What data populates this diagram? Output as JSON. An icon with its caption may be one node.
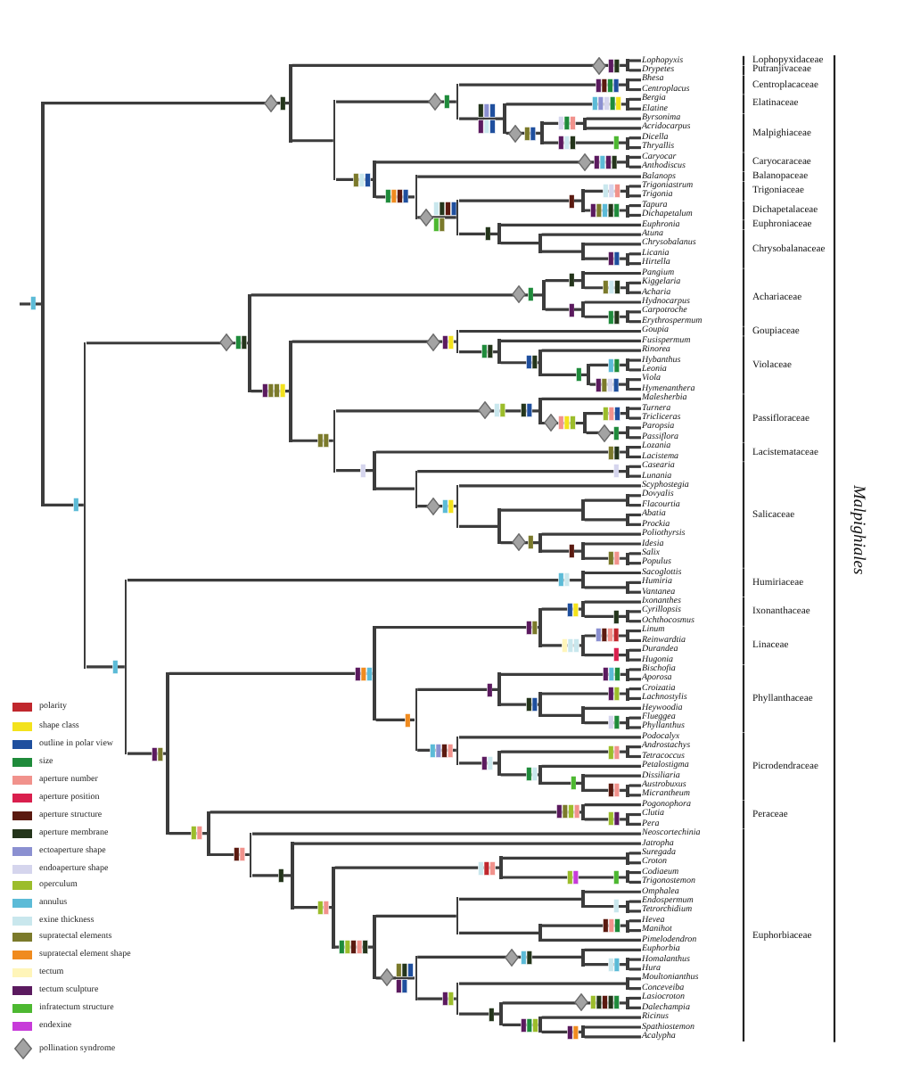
{
  "diagram": {
    "nodes": [
      {
        "text": [
          "Lophopyxis"
        ]
      },
      {
        "text": [
          "Drypetes"
        ]
      },
      {
        "text": [
          "Bhesa"
        ]
      },
      {
        "text": [
          "Centroplacus"
        ]
      },
      {
        "text": [
          "Bergia"
        ]
      },
      {
        "text": [
          "Elatine"
        ]
      },
      {
        "text": [
          "Byrsonima"
        ]
      },
      {
        "text": [
          "Acridocarpus"
        ]
      },
      {
        "text": [
          "Dicella"
        ]
      },
      {
        "text": [
          "Thryallis"
        ]
      },
      {
        "text": [
          "Caryocar"
        ]
      },
      {
        "text": [
          "Anthodiscus"
        ]
      },
      {
        "text": [
          "Balanops"
        ]
      },
      {
        "text": [
          "Trigoniastrum"
        ]
      },
      {
        "text": [
          "Trigonia"
        ]
      },
      {
        "text": [
          "Tapura"
        ]
      },
      {
        "text": [
          "Dichapetalum"
        ]
      },
      {
        "text": [
          "Euphronia"
        ]
      },
      {
        "text": [
          "Atuna"
        ]
      },
      {
        "text": [
          "Chrysobalanus"
        ]
      },
      {
        "text": [
          "Licania"
        ]
      },
      {
        "text": [
          "Hirtella"
        ]
      },
      {
        "text": [
          "Pangium"
        ]
      },
      {
        "text": [
          "Kiggelaria"
        ]
      },
      {
        "text": [
          "Acharia"
        ]
      },
      {
        "text": [
          "Hydnocarpus"
        ]
      },
      {
        "text": [
          "Carpotroche"
        ]
      },
      {
        "text": [
          "Erythrospermum"
        ]
      },
      {
        "text": [
          "Goupia"
        ]
      },
      {
        "text": [
          "Fusispermum"
        ]
      },
      {
        "text": [
          "Rinorea"
        ]
      },
      {
        "text": [
          "Hybanthus"
        ]
      },
      {
        "text": [
          "Leonia"
        ]
      },
      {
        "text": [
          "Viola"
        ]
      },
      {
        "text": [
          "Hymenanthera"
        ]
      },
      {
        "text": [
          "Malesherbia"
        ]
      },
      {
        "text": [
          "Turnera"
        ]
      },
      {
        "text": [
          "Tricliceras"
        ]
      },
      {
        "text": [
          "Paropsia"
        ]
      },
      {
        "text": [
          "Passiflora"
        ]
      },
      {
        "text": [
          "Lozania"
        ]
      },
      {
        "text": [
          "Lacistema"
        ]
      },
      {
        "text": [
          "Casearia"
        ]
      },
      {
        "text": [
          "Lunania"
        ]
      },
      {
        "text": [
          "Scyphostegia"
        ]
      },
      {
        "text": [
          "Dovyalis"
        ]
      },
      {
        "text": [
          "Flacourtia"
        ]
      },
      {
        "text": [
          "Abatia"
        ]
      },
      {
        "text": [
          "Prockia"
        ]
      },
      {
        "text": [
          "Poliothyrsis"
        ]
      },
      {
        "text": [
          "Idesia"
        ]
      },
      {
        "text": [
          "Salix"
        ]
      },
      {
        "text": [
          "Populus"
        ]
      },
      {
        "text": [
          "Sacoglottis"
        ]
      },
      {
        "text": [
          "Humiria"
        ]
      },
      {
        "text": [
          "Vantanea"
        ]
      },
      {
        "text": [
          "Ixonanthes"
        ]
      },
      {
        "text": [
          "Cyrillopsis"
        ]
      },
      {
        "text": [
          "Ochthocosmus"
        ]
      },
      {
        "text": [
          "Linum"
        ]
      },
      {
        "text": [
          "Reinwardtia"
        ]
      },
      {
        "text": [
          "Durandea"
        ]
      },
      {
        "text": [
          "Hugonia"
        ]
      },
      {
        "text": [
          "Bischofia"
        ]
      },
      {
        "text": [
          "Aporosa"
        ]
      },
      {
        "text": [
          "Croizatia"
        ]
      },
      {
        "text": [
          "Lachnostylis"
        ]
      },
      {
        "text": [
          "Heywoodia"
        ]
      },
      {
        "text": [
          "Flueggea"
        ]
      },
      {
        "text": [
          "Phyllanthus"
        ]
      },
      {
        "text": [
          "Podocalyx"
        ]
      },
      {
        "text": [
          "Androstachys"
        ]
      },
      {
        "text": [
          "Tetracoccus"
        ]
      },
      {
        "text": [
          "Petalostigma"
        ]
      },
      {
        "text": [
          "Dissiliaria"
        ]
      },
      {
        "text": [
          "Austrobuxus"
        ]
      },
      {
        "text": [
          "Micrantheum"
        ]
      },
      {
        "text": [
          "Pogonophora"
        ]
      },
      {
        "text": [
          "Clutia"
        ]
      },
      {
        "text": [
          "Pera"
        ]
      },
      {
        "text": [
          "Neoscortechinia"
        ]
      },
      {
        "text": [
          "Jatropha"
        ]
      },
      {
        "text": [
          "Suregada"
        ]
      },
      {
        "text": [
          "Croton"
        ]
      },
      {
        "text": [
          "Codiaeum"
        ]
      },
      {
        "text": [
          "Trigonostemon"
        ]
      },
      {
        "text": [
          "Omphalea"
        ]
      },
      {
        "text": [
          "Endospermum"
        ]
      },
      {
        "text": [
          "Tetrorchidium"
        ]
      },
      {
        "text": [
          "Hevea"
        ]
      },
      {
        "text": [
          "Manihot"
        ]
      },
      {
        "text": [
          "Pimelodendron"
        ]
      },
      {
        "text": [
          "Euphorbia"
        ]
      },
      {
        "text": [
          "Homalanthus"
        ]
      },
      {
        "text": [
          "Hura"
        ]
      },
      {
        "text": [
          "Moultonianthus"
        ]
      },
      {
        "text": [
          "Conceveiba"
        ]
      },
      {
        "text": [
          "Lasiocroton"
        ]
      },
      {
        "text": [
          "Dalechampia"
        ]
      },
      {
        "text": [
          "Ricinus"
        ]
      },
      {
        "text": [
          "Spathiostemon"
        ]
      },
      {
        "text": [
          "Acalypha"
        ]
      },
      {
        "text": [],
        "shape": "bar"
      },
      {
        "text": [],
        "shape": "bar"
      },
      {
        "text": [],
        "shape": "bar"
      },
      {
        "text": [],
        "shape": "bar"
      },
      {
        "text": [],
        "shape": "bar"
      },
      {
        "text": [],
        "shape": "bar"
      },
      {
        "text": [],
        "shape": "bar"
      },
      {
        "text": [],
        "shape": "bar"
      },
      {
        "text": [],
        "shape": "bar"
      },
      {
        "text": [],
        "shape": "bar"
      },
      {
        "text": [],
        "shape": "bar"
      },
      {
        "text": [],
        "shape": "bar"
      },
      {
        "text": [],
        "shape": "bar"
      },
      {
        "text": [],
        "shape": "bar"
      },
      {
        "text": [],
        "shape": "bar"
      },
      {
        "text": [],
        "shape": "bar"
      },
      {
        "text": [],
        "shape": "bar"
      },
      {
        "text": [],
        "shape": "bar"
      },
      {
        "text": [],
        "shape": "bar"
      },
      {
        "text": [],
        "shape": "bar"
      },
      {
        "text": [],
        "shape": "bar"
      },
      {
        "text": [],
        "shape": "bar"
      },
      {
        "text": [],
        "shape": "bar"
      },
      {
        "text": [],
        "shape": "bar"
      },
      {
        "text": [],
        "shape": "bar"
      },
      {
        "text": [],
        "shape": "bar"
      },
      {
        "text": [],
        "shape": "bar"
      },
      {
        "text": [],
        "shape": "bar"
      },
      {
        "text": [],
        "shape": "bar"
      },
      {
        "text": [],
        "shape": "bar"
      },
      {
        "text": [],
        "shape": "bar"
      },
      {
        "text": [],
        "shape": "bar"
      },
      {
        "text": [],
        "shape": "bar"
      },
      {
        "text": [],
        "shape": "bar"
      },
      {
        "text": [],
        "shape": "bar"
      },
      {
        "text": [],
        "shape": "bar"
      },
      {
        "text": [],
        "shape": "bar"
      },
      {
        "text": [],
        "shape": "bar"
      },
      {
        "text": [],
        "shape": "bar"
      },
      {
        "text": [],
        "shape": "bar"
      },
      {
        "text": [],
        "shape": "bar"
      },
      {
        "text": [],
        "shape": "bar"
      },
      {
        "text": [],
        "shape": "bar"
      },
      {
        "text": [],
        "shape": "bar"
      },
      {
        "text": [],
        "shape": "bar"
      },
      {
        "text": [],
        "shape": "bar"
      },
      {
        "text": [],
        "shape": "bar"
      },
      {
        "text": [],
        "shape": "bar"
      },
      {
        "text": [],
        "shape": "bar"
      },
      {
        "text": [],
        "shape": "bar"
      },
      {
        "text": [],
        "shape": "bar"
      },
      {
        "text": [],
        "shape": "bar"
      },
      {
        "text": [],
        "shape": "bar"
      },
      {
        "text": [],
        "shape": "bar"
      },
      {
        "text": [],
        "shape": "bar"
      },
      {
        "text": [],
        "shape": "bar"
      },
      {
        "text": [],
        "shape": "bar"
      },
      {
        "text": [],
        "shape": "bar"
      },
      {
        "text": [],
        "shape": "bar"
      },
      {
        "text": [],
        "shape": "bar"
      },
      {
        "text": [],
        "shape": "bar"
      },
      {
        "text": [],
        "shape": "bar"
      },
      {
        "text": [],
        "shape": "bar"
      },
      {
        "text": [],
        "shape": "bar"
      },
      {
        "text": [],
        "shape": "bar"
      },
      {
        "text": [],
        "shape": "bar"
      },
      {
        "text": [],
        "shape": "bar"
      },
      {
        "text": [],
        "shape": "bar"
      },
      {
        "text": [],
        "shape": "bar"
      },
      {
        "text": [],
        "shape": "bar"
      },
      {
        "text": [],
        "shape": "bar"
      },
      {
        "text": [],
        "shape": "bar"
      },
      {
        "text": [],
        "shape": "bar"
      },
      {
        "text": [],
        "shape": "bar"
      },
      {
        "text": [],
        "shape": "bar"
      },
      {
        "text": [],
        "shape": "bar"
      },
      {
        "text": [],
        "shape": "bar"
      },
      {
        "text": [],
        "shape": "bar"
      },
      {
        "text": [],
        "shape": "bar"
      },
      {
        "text": [],
        "shape": "bar"
      },
      {
        "text": [],
        "shape": "bar"
      },
      {
        "text": [],
        "shape": "bar"
      },
      {
        "text": [],
        "shape": "bar"
      },
      {
        "text": [],
        "shape": "bar"
      },
      {
        "text": [],
        "shape": "bar"
      },
      {
        "text": [],
        "shape": "bar"
      },
      {
        "text": [],
        "shape": "bar"
      },
      {
        "text": [],
        "shape": "bar"
      },
      {
        "text": [],
        "shape": "bar"
      },
      {
        "text": [],
        "shape": "bar"
      },
      {
        "text": [],
        "shape": "bar"
      },
      {
        "text": [],
        "shape": "bar"
      },
      {
        "text": [],
        "shape": "bar"
      },
      {
        "text": [],
        "shape": "bar"
      },
      {
        "text": [],
        "shape": "bar"
      },
      {
        "text": [],
        "shape": "bar"
      },
      {
        "text": [],
        "shape": "bar"
      },
      {
        "text": [],
        "shape": "bar"
      },
      {
        "text": [],
        "shape": "bar"
      },
      {
        "text": [],
        "shape": "bar"
      },
      {
        "text": [],
        "shape": "bar"
      }
    ],
    "edges": [
      {
        "from": 102,
        "to": 103,
        "arrow": "none"
      },
      {
        "from": 102,
        "to": 124,
        "arrow": "none"
      },
      {
        "from": 103,
        "to": 104,
        "arrow": "none"
      },
      {
        "from": 103,
        "to": 105,
        "arrow": "none"
      },
      {
        "from": 104,
        "to": 0,
        "arrow": "none"
      },
      {
        "from": 104,
        "to": 1,
        "arrow": "none"
      },
      {
        "from": 105,
        "to": 106,
        "arrow": "none"
      },
      {
        "from": 105,
        "to": 113,
        "arrow": "none"
      },
      {
        "from": 106,
        "to": 107,
        "arrow": "none"
      },
      {
        "from": 106,
        "to": 108,
        "arrow": "none"
      },
      {
        "from": 107,
        "to": 2,
        "arrow": "none"
      },
      {
        "from": 107,
        "to": 3,
        "arrow": "none"
      },
      {
        "from": 108,
        "to": 109,
        "arrow": "none"
      },
      {
        "from": 108,
        "to": 110,
        "arrow": "none"
      },
      {
        "from": 109,
        "to": 4,
        "arrow": "none"
      },
      {
        "from": 109,
        "to": 5,
        "arrow": "none"
      },
      {
        "from": 110,
        "to": 111,
        "arrow": "none"
      },
      {
        "from": 110,
        "to": 112,
        "arrow": "none"
      },
      {
        "from": 111,
        "to": 6,
        "arrow": "none"
      },
      {
        "from": 111,
        "to": 7,
        "arrow": "none"
      },
      {
        "from": 112,
        "to": 8,
        "arrow": "none"
      },
      {
        "from": 112,
        "to": 9,
        "arrow": "none"
      },
      {
        "from": 113,
        "to": 114,
        "arrow": "none"
      },
      {
        "from": 113,
        "to": 115,
        "arrow": "none"
      },
      {
        "from": 114,
        "to": 10,
        "arrow": "none"
      },
      {
        "from": 114,
        "to": 11,
        "arrow": "none"
      },
      {
        "from": 115,
        "to": 12,
        "arrow": "none"
      },
      {
        "from": 115,
        "to": 116,
        "arrow": "none"
      },
      {
        "from": 116,
        "to": 117,
        "arrow": "none"
      },
      {
        "from": 116,
        "to": 120,
        "arrow": "none"
      },
      {
        "from": 117,
        "to": 118,
        "arrow": "none"
      },
      {
        "from": 117,
        "to": 119,
        "arrow": "none"
      },
      {
        "from": 118,
        "to": 13,
        "arrow": "none"
      },
      {
        "from": 118,
        "to": 14,
        "arrow": "none"
      },
      {
        "from": 119,
        "to": 15,
        "arrow": "none"
      },
      {
        "from": 119,
        "to": 16,
        "arrow": "none"
      },
      {
        "from": 120,
        "to": 17,
        "arrow": "none"
      },
      {
        "from": 120,
        "to": 121,
        "arrow": "none"
      },
      {
        "from": 121,
        "to": 18,
        "arrow": "none"
      },
      {
        "from": 121,
        "to": 122,
        "arrow": "none"
      },
      {
        "from": 122,
        "to": 19,
        "arrow": "none"
      },
      {
        "from": 122,
        "to": 123,
        "arrow": "none"
      },
      {
        "from": 123,
        "to": 20,
        "arrow": "none"
      },
      {
        "from": 123,
        "to": 21,
        "arrow": "none"
      },
      {
        "from": 124,
        "to": 125,
        "arrow": "none"
      },
      {
        "from": 124,
        "to": 155,
        "arrow": "none"
      },
      {
        "from": 125,
        "to": 126,
        "arrow": "none"
      },
      {
        "from": 125,
        "to": 131,
        "arrow": "none"
      },
      {
        "from": 126,
        "to": 127,
        "arrow": "none"
      },
      {
        "from": 126,
        "to": 129,
        "arrow": "none"
      },
      {
        "from": 127,
        "to": 22,
        "arrow": "none"
      },
      {
        "from": 127,
        "to": 128,
        "arrow": "none"
      },
      {
        "from": 128,
        "to": 23,
        "arrow": "none"
      },
      {
        "from": 128,
        "to": 24,
        "arrow": "none"
      },
      {
        "from": 129,
        "to": 25,
        "arrow": "none"
      },
      {
        "from": 129,
        "to": 130,
        "arrow": "none"
      },
      {
        "from": 130,
        "to": 26,
        "arrow": "none"
      },
      {
        "from": 130,
        "to": 27,
        "arrow": "none"
      },
      {
        "from": 131,
        "to": 132,
        "arrow": "none"
      },
      {
        "from": 131,
        "to": 138,
        "arrow": "none"
      },
      {
        "from": 132,
        "to": 28,
        "arrow": "none"
      },
      {
        "from": 132,
        "to": 133,
        "arrow": "none"
      },
      {
        "from": 133,
        "to": 29,
        "arrow": "none"
      },
      {
        "from": 133,
        "to": 134,
        "arrow": "none"
      },
      {
        "from": 134,
        "to": 30,
        "arrow": "none"
      },
      {
        "from": 134,
        "to": 135,
        "arrow": "none"
      },
      {
        "from": 135,
        "to": 136,
        "arrow": "none"
      },
      {
        "from": 135,
        "to": 137,
        "arrow": "none"
      },
      {
        "from": 136,
        "to": 31,
        "arrow": "none"
      },
      {
        "from": 136,
        "to": 32,
        "arrow": "none"
      },
      {
        "from": 137,
        "to": 33,
        "arrow": "none"
      },
      {
        "from": 137,
        "to": 34,
        "arrow": "none"
      },
      {
        "from": 138,
        "to": 139,
        "arrow": "none"
      },
      {
        "from": 138,
        "to": 143,
        "arrow": "none"
      },
      {
        "from": 139,
        "to": 35,
        "arrow": "none"
      },
      {
        "from": 139,
        "to": 140,
        "arrow": "none"
      },
      {
        "from": 140,
        "to": 141,
        "arrow": "none"
      },
      {
        "from": 140,
        "to": 142,
        "arrow": "none"
      },
      {
        "from": 141,
        "to": 36,
        "arrow": "none"
      },
      {
        "from": 141,
        "to": 37,
        "arrow": "none"
      },
      {
        "from": 142,
        "to": 38,
        "arrow": "none"
      },
      {
        "from": 142,
        "to": 39,
        "arrow": "none"
      },
      {
        "from": 143,
        "to": 144,
        "arrow": "none"
      },
      {
        "from": 143,
        "to": 145,
        "arrow": "none"
      },
      {
        "from": 144,
        "to": 40,
        "arrow": "none"
      },
      {
        "from": 144,
        "to": 41,
        "arrow": "none"
      },
      {
        "from": 145,
        "to": 146,
        "arrow": "none"
      },
      {
        "from": 145,
        "to": 147,
        "arrow": "none"
      },
      {
        "from": 146,
        "to": 42,
        "arrow": "none"
      },
      {
        "from": 146,
        "to": 43,
        "arrow": "none"
      },
      {
        "from": 147,
        "to": 44,
        "arrow": "none"
      },
      {
        "from": 147,
        "to": 148,
        "arrow": "none"
      },
      {
        "from": 148,
        "to": 149,
        "arrow": "none"
      },
      {
        "from": 148,
        "to": 152,
        "arrow": "none"
      },
      {
        "from": 149,
        "to": 150,
        "arrow": "none"
      },
      {
        "from": 149,
        "to": 151,
        "arrow": "none"
      },
      {
        "from": 150,
        "to": 45,
        "arrow": "none"
      },
      {
        "from": 150,
        "to": 46,
        "arrow": "none"
      },
      {
        "from": 151,
        "to": 47,
        "arrow": "none"
      },
      {
        "from": 151,
        "to": 48,
        "arrow": "none"
      },
      {
        "from": 152,
        "to": 49,
        "arrow": "none"
      },
      {
        "from": 152,
        "to": 153,
        "arrow": "none"
      },
      {
        "from": 153,
        "to": 50,
        "arrow": "none"
      },
      {
        "from": 153,
        "to": 154,
        "arrow": "none"
      },
      {
        "from": 154,
        "to": 51,
        "arrow": "none"
      },
      {
        "from": 154,
        "to": 52,
        "arrow": "none"
      },
      {
        "from": 155,
        "to": 156,
        "arrow": "none"
      },
      {
        "from": 155,
        "to": 158,
        "arrow": "none"
      },
      {
        "from": 156,
        "to": 53,
        "arrow": "none"
      },
      {
        "from": 156,
        "to": 157,
        "arrow": "none"
      },
      {
        "from": 157,
        "to": 54,
        "arrow": "none"
      },
      {
        "from": 157,
        "to": 55,
        "arrow": "none"
      },
      {
        "from": 158,
        "to": 159,
        "arrow": "none"
      },
      {
        "from": 158,
        "to": 179,
        "arrow": "none"
      },
      {
        "from": 159,
        "to": 160,
        "arrow": "none"
      },
      {
        "from": 159,
        "to": 166,
        "arrow": "none"
      },
      {
        "from": 160,
        "to": 161,
        "arrow": "none"
      },
      {
        "from": 160,
        "to": 163,
        "arrow": "none"
      },
      {
        "from": 161,
        "to": 56,
        "arrow": "none"
      },
      {
        "from": 161,
        "to": 162,
        "arrow": "none"
      },
      {
        "from": 162,
        "to": 57,
        "arrow": "none"
      },
      {
        "from": 162,
        "to": 58,
        "arrow": "none"
      },
      {
        "from": 163,
        "to": 164,
        "arrow": "none"
      },
      {
        "from": 163,
        "to": 165,
        "arrow": "none"
      },
      {
        "from": 164,
        "to": 59,
        "arrow": "none"
      },
      {
        "from": 164,
        "to": 60,
        "arrow": "none"
      },
      {
        "from": 165,
        "to": 61,
        "arrow": "none"
      },
      {
        "from": 165,
        "to": 62,
        "arrow": "none"
      },
      {
        "from": 166,
        "to": 167,
        "arrow": "none"
      },
      {
        "from": 166,
        "to": 173,
        "arrow": "none"
      },
      {
        "from": 167,
        "to": 168,
        "arrow": "none"
      },
      {
        "from": 167,
        "to": 169,
        "arrow": "none"
      },
      {
        "from": 168,
        "to": 63,
        "arrow": "none"
      },
      {
        "from": 168,
        "to": 64,
        "arrow": "none"
      },
      {
        "from": 169,
        "to": 170,
        "arrow": "none"
      },
      {
        "from": 169,
        "to": 171,
        "arrow": "none"
      },
      {
        "from": 170,
        "to": 65,
        "arrow": "none"
      },
      {
        "from": 170,
        "to": 66,
        "arrow": "none"
      },
      {
        "from": 171,
        "to": 67,
        "arrow": "none"
      },
      {
        "from": 171,
        "to": 172,
        "arrow": "none"
      },
      {
        "from": 172,
        "to": 68,
        "arrow": "none"
      },
      {
        "from": 172,
        "to": 69,
        "arrow": "none"
      },
      {
        "from": 173,
        "to": 70,
        "arrow": "none"
      },
      {
        "from": 173,
        "to": 174,
        "arrow": "none"
      },
      {
        "from": 174,
        "to": 175,
        "arrow": "none"
      },
      {
        "from": 174,
        "to": 176,
        "arrow": "none"
      },
      {
        "from": 175,
        "to": 71,
        "arrow": "none"
      },
      {
        "from": 175,
        "to": 72,
        "arrow": "none"
      },
      {
        "from": 176,
        "to": 73,
        "arrow": "none"
      },
      {
        "from": 176,
        "to": 177,
        "arrow": "none"
      },
      {
        "from": 177,
        "to": 74,
        "arrow": "none"
      },
      {
        "from": 177,
        "to": 178,
        "arrow": "none"
      },
      {
        "from": 178,
        "to": 75,
        "arrow": "none"
      },
      {
        "from": 178,
        "to": 76,
        "arrow": "none"
      },
      {
        "from": 179,
        "to": 180,
        "arrow": "none"
      },
      {
        "from": 179,
        "to": 182,
        "arrow": "none"
      },
      {
        "from": 180,
        "to": 77,
        "arrow": "none"
      },
      {
        "from": 180,
        "to": 181,
        "arrow": "none"
      },
      {
        "from": 181,
        "to": 78,
        "arrow": "none"
      },
      {
        "from": 181,
        "to": 79,
        "arrow": "none"
      },
      {
        "from": 182,
        "to": 80,
        "arrow": "none"
      },
      {
        "from": 182,
        "to": 183,
        "arrow": "none"
      },
      {
        "from": 183,
        "to": 81,
        "arrow": "none"
      },
      {
        "from": 183,
        "to": 184,
        "arrow": "none"
      },
      {
        "from": 184,
        "to": 185,
        "arrow": "none"
      },
      {
        "from": 184,
        "to": 188,
        "arrow": "none"
      },
      {
        "from": 185,
        "to": 186,
        "arrow": "none"
      },
      {
        "from": 185,
        "to": 187,
        "arrow": "none"
      },
      {
        "from": 186,
        "to": 82,
        "arrow": "none"
      },
      {
        "from": 186,
        "to": 83,
        "arrow": "none"
      },
      {
        "from": 187,
        "to": 84,
        "arrow": "none"
      },
      {
        "from": 187,
        "to": 85,
        "arrow": "none"
      },
      {
        "from": 188,
        "to": 189,
        "arrow": "none"
      },
      {
        "from": 188,
        "to": 194,
        "arrow": "none"
      },
      {
        "from": 189,
        "to": 190,
        "arrow": "none"
      },
      {
        "from": 189,
        "to": 192,
        "arrow": "none"
      },
      {
        "from": 190,
        "to": 86,
        "arrow": "none"
      },
      {
        "from": 190,
        "to": 191,
        "arrow": "none"
      },
      {
        "from": 191,
        "to": 87,
        "arrow": "none"
      },
      {
        "from": 191,
        "to": 88,
        "arrow": "none"
      },
      {
        "from": 192,
        "to": 193,
        "arrow": "none"
      },
      {
        "from": 192,
        "to": 91,
        "arrow": "none"
      },
      {
        "from": 193,
        "to": 89,
        "arrow": "none"
      },
      {
        "from": 193,
        "to": 90,
        "arrow": "none"
      },
      {
        "from": 194,
        "to": 195,
        "arrow": "none"
      },
      {
        "from": 194,
        "to": 197,
        "arrow": "none"
      },
      {
        "from": 195,
        "to": 92,
        "arrow": "none"
      },
      {
        "from": 195,
        "to": 196,
        "arrow": "none"
      },
      {
        "from": 196,
        "to": 93,
        "arrow": "none"
      },
      {
        "from": 196,
        "to": 94,
        "arrow": "none"
      },
      {
        "from": 197,
        "to": 198,
        "arrow": "none"
      },
      {
        "from": 197,
        "to": 199,
        "arrow": "none"
      },
      {
        "from": 198,
        "to": 95,
        "arrow": "none"
      },
      {
        "from": 198,
        "to": 96,
        "arrow": "none"
      },
      {
        "from": 199,
        "to": 200,
        "arrow": "none"
      },
      {
        "from": 199,
        "to": 201,
        "arrow": "none"
      },
      {
        "from": 200,
        "to": 97,
        "arrow": "none"
      },
      {
        "from": 200,
        "to": 98,
        "arrow": "none"
      },
      {
        "from": 201,
        "to": 99,
        "arrow": "none"
      },
      {
        "from": 201,
        "to": 202,
        "arrow": "none"
      },
      {
        "from": 202,
        "to": 100,
        "arrow": "none"
      },
      {
        "from": 202,
        "to": 101,
        "arrow": "none"
      },
      {
        "from": null,
        "to": 102,
        "arrow": "none"
      }
    ],
    "labels": [
      "Lophopyxidaceae",
      "Putranjivaceae",
      "Centroplacaceae",
      "Elatinaceae",
      "Malpighiaceae",
      "Caryocaraceae",
      "Balanopaceae",
      "Trigoniaceae",
      "Dichapetalaceae",
      "Euphroniaceae",
      "Chrysobalanaceae",
      "Achariaceae",
      "Goupiaceae",
      "Violaceae",
      "Passifloraceae",
      "Lacistemataceae",
      "Salicaceae",
      "Humiriaceae",
      "Ixonanthaceae",
      "Linaceae",
      "Phyllanthaceae",
      "Picrodendraceae",
      "Peraceae",
      "Euphorbiaceae",
      "Malpighiales"
    ],
    "legend": [
      {
        "text": "polarity",
        "color": "#c0272d"
      },
      {
        "text": "shape class",
        "color": "#f3e21c"
      },
      {
        "text": "outline in polar view",
        "color": "#1f4f9e"
      },
      {
        "text": "size",
        "color": "#1f8b3b"
      },
      {
        "text": "aperture number",
        "color": "#f1928c"
      },
      {
        "text": "aperture position",
        "color": "#d91f4d"
      },
      {
        "text": "aperture structure",
        "color": "#5b1a10"
      },
      {
        "text": "aperture membrane",
        "color": "#24351b"
      },
      {
        "text": "ectoaperture shape",
        "color": "#8b90d1"
      },
      {
        "text": "endoaperture shape",
        "color": "#d5d5ed"
      },
      {
        "text": "operculum",
        "color": "#9cbd2b"
      },
      {
        "text": "annulus",
        "color": "#5cbbd7"
      },
      {
        "text": "exine thickness",
        "color": "#c9e7ed"
      },
      {
        "text": "supratectal elements",
        "color": "#7b7a2b"
      },
      {
        "text": "supratectal element shape",
        "color": "#f08b1f"
      },
      {
        "text": "tectum",
        "color": "#fff5b9"
      },
      {
        "text": "tectum sculpture",
        "color": "#5b1a5f"
      },
      {
        "text": "infratectum structure",
        "color": "#4db831"
      },
      {
        "text": "endexine",
        "color": "#c73bd9"
      },
      {
        "text": "pollination syndrome"
      }
    ]
  }
}
